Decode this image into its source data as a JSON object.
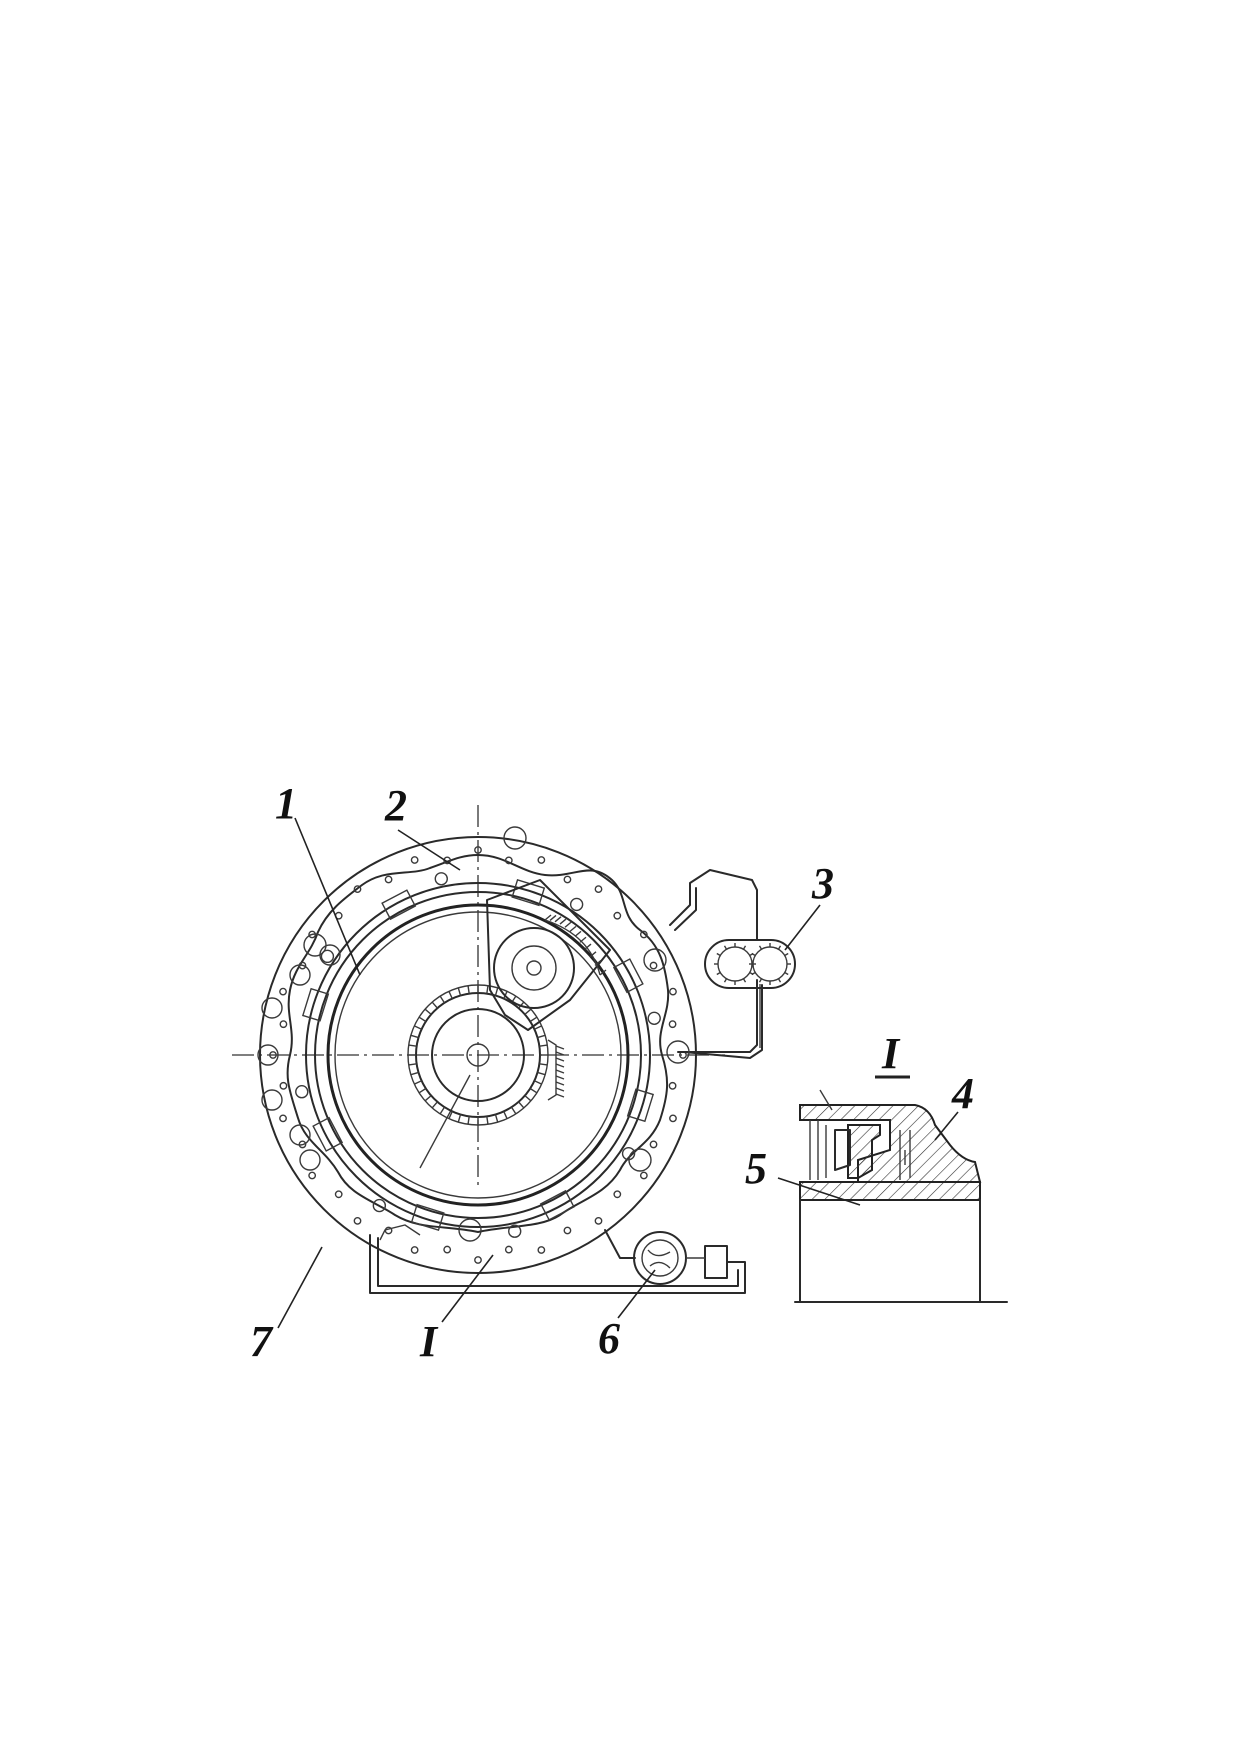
{
  "figure": {
    "callouts": [
      {
        "id": "c1",
        "text": "1"
      },
      {
        "id": "c2",
        "text": "2"
      },
      {
        "id": "c3",
        "text": "3"
      },
      {
        "id": "c4",
        "text": "4"
      },
      {
        "id": "c5",
        "text": "5"
      },
      {
        "id": "c6",
        "text": "6"
      },
      {
        "id": "c7",
        "text": "7"
      },
      {
        "id": "cI",
        "text": "I"
      }
    ],
    "detail_title": "I"
  }
}
